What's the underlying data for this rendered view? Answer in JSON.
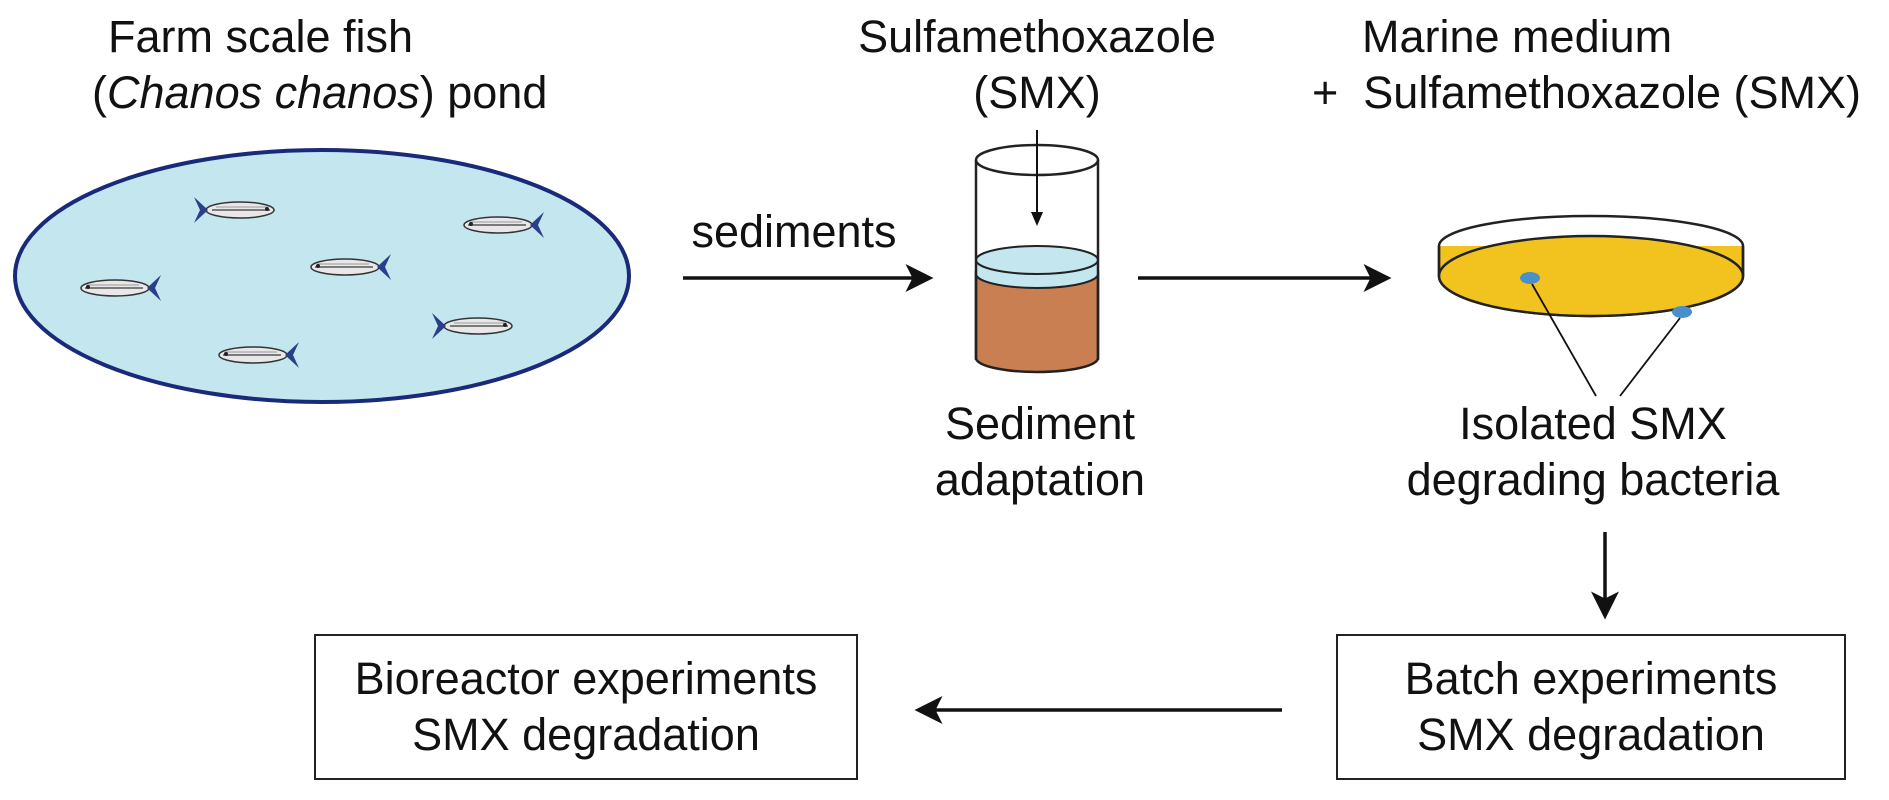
{
  "pond": {
    "title_line1": "Farm scale fish",
    "title_species": "Chanos chanos",
    "title_open_paren": "(",
    "title_close_paren": ")",
    "title_suffix": "pond",
    "water_color": "#c3e6ef",
    "rim_color": "#1a2a7a"
  },
  "arrow1": {
    "label": "sediments"
  },
  "column": {
    "heading_line1": "Sulfamethoxazole",
    "heading_line2": "(SMX)",
    "caption_line1": "Sediment",
    "caption_line2": "adaptation",
    "sediment_color": "#c97f52",
    "water_color": "#c3e6ef"
  },
  "plate": {
    "heading_line1": "Marine medium",
    "heading_plus": "+",
    "heading_line2": "Sulfamethoxazole (SMX)",
    "caption_line1": "Isolated SMX",
    "caption_line2": "degrading bacteria",
    "medium_color": "#f2c21f",
    "colony_color": "#4a90c8"
  },
  "batch_box": {
    "line1": "Batch experiments",
    "line2": "SMX degradation"
  },
  "bioreactor_box": {
    "line1": "Bioreactor experiments",
    "line2": "SMX degradation"
  }
}
